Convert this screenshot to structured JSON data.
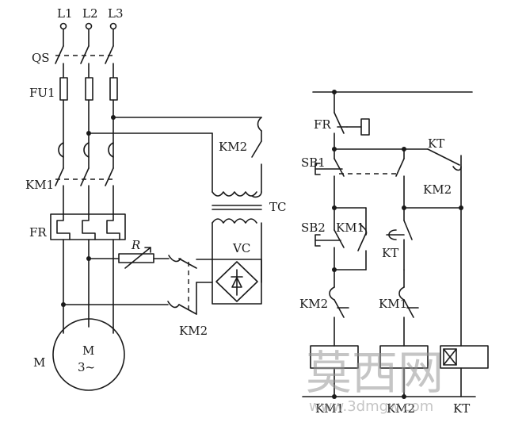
{
  "labels": {
    "l1": "L1",
    "l2": "L2",
    "l3": "L3",
    "qs": "QS",
    "fu1": "FU1",
    "km1_main": "KM1",
    "fr_main": "FR",
    "motor_letter": "M",
    "motor_name": "M",
    "motor_phase": "3~",
    "km2_top": "KM2",
    "tc": "TC",
    "r": "R",
    "vc": "VC",
    "km2_bottom": "KM2",
    "fr_ctrl": "FR",
    "sb1": "SB1",
    "kt_top": "KT",
    "km2_right": "KM2",
    "sb2": "SB2",
    "km1_aux": "KM1",
    "kt_mid": "KT",
    "km2_nc": "KM2",
    "km1_nc": "KM1",
    "coil_km1": "KM1",
    "coil_km2": "KM2",
    "coil_kt": "KT"
  },
  "watermark": {
    "chars": "莫西网",
    "url": "www.3dmgw.com"
  }
}
